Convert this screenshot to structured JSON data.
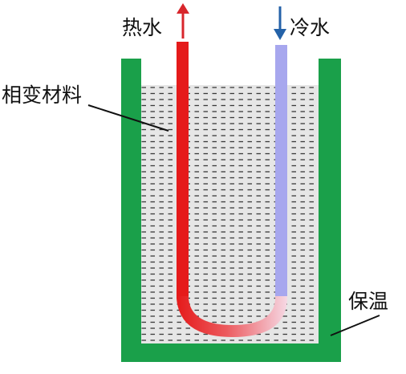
{
  "labels": {
    "hot_water": "热水",
    "cold_water": "冷水",
    "phase_change_material": "相变材料",
    "insulation": "保温"
  },
  "colors": {
    "container_wall": "#1aa04a",
    "material_fill": "#e6e6e6",
    "material_dash": "#3a3a3a",
    "hot_pipe": "#e51a1a",
    "cold_pipe": "#a7a7ee",
    "hot_arrow": "#d8262c",
    "cold_arrow": "#2462a8",
    "leader_line": "#111111"
  },
  "icons": {
    "hot_flow": "arrow-up-icon",
    "cold_flow": "arrow-down-icon"
  }
}
